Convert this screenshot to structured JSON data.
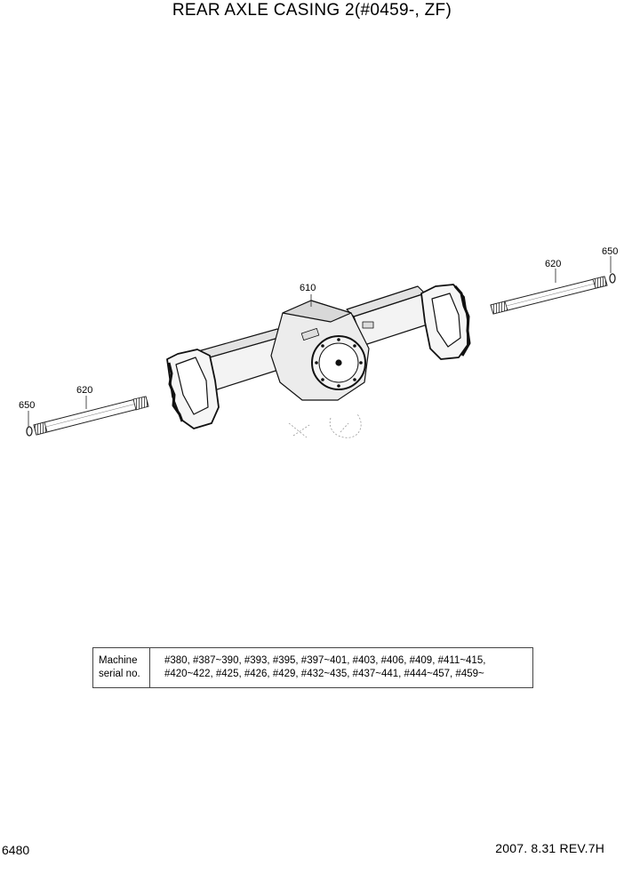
{
  "title": "REAR AXLE CASING 2(#0459-, ZF)",
  "callouts": {
    "casing": "610",
    "shaft_left": "620",
    "shaft_right": "620",
    "ring_left": "650",
    "ring_right": "650"
  },
  "serial_table": {
    "label_line1": "Machine",
    "label_line2": "serial no.",
    "values_line1": "#380, #387~390, #393, #395, #397~401, #403, #406, #409, #411~415,",
    "values_line2": "#420~422, #425, #426, #429, #432~435, #437~441, #444~457, #459~"
  },
  "footer": {
    "page_number": "6480",
    "revision": "2007. 8.31  REV.7H"
  }
}
